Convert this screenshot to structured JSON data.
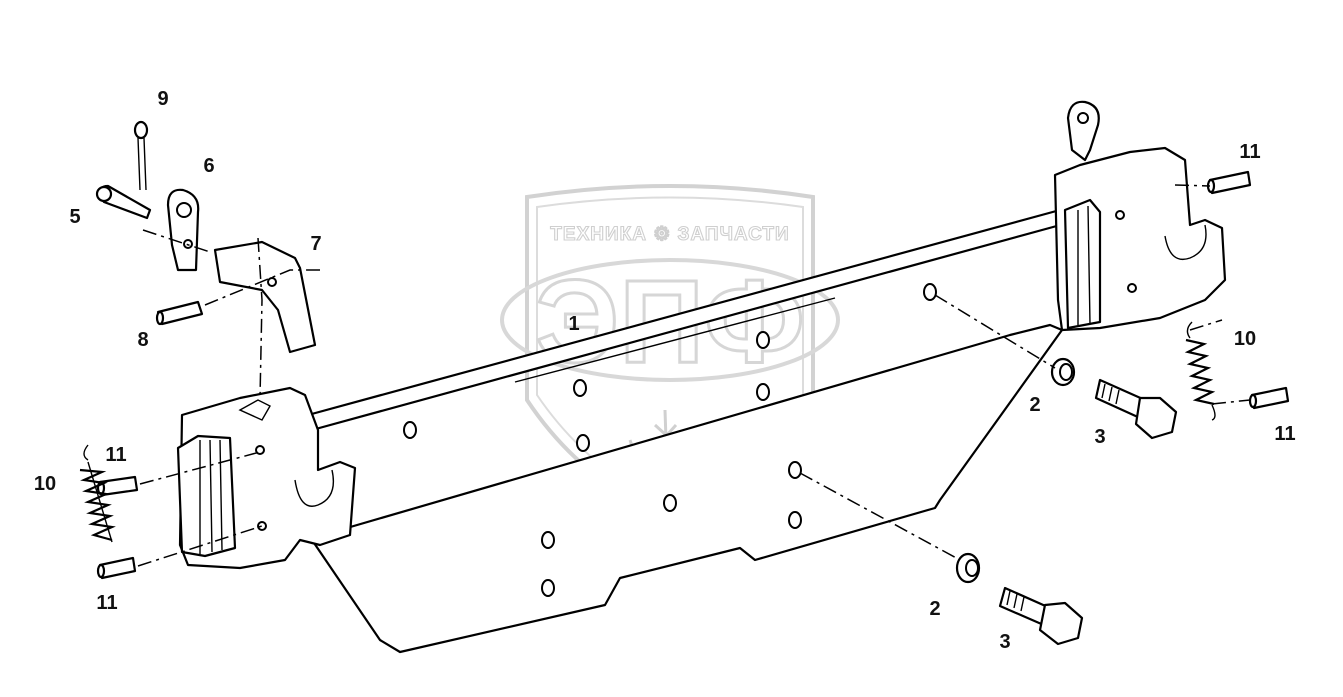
{
  "watermark": {
    "brand_text": "ТЕХНИКА ⚙ ЗАПЧАСТИ",
    "logo_letters": "ЭПФ"
  },
  "callouts": [
    {
      "id": "c1",
      "text": "1"
    },
    {
      "id": "c2a",
      "text": "2"
    },
    {
      "id": "c2b",
      "text": "2"
    },
    {
      "id": "c3a",
      "text": "3"
    },
    {
      "id": "c3b",
      "text": "3"
    },
    {
      "id": "c5",
      "text": "5"
    },
    {
      "id": "c6",
      "text": "6"
    },
    {
      "id": "c7",
      "text": "7"
    },
    {
      "id": "c8",
      "text": "8"
    },
    {
      "id": "c9",
      "text": "9"
    },
    {
      "id": "c10a",
      "text": "10"
    },
    {
      "id": "c10b",
      "text": "10"
    },
    {
      "id": "c11a",
      "text": "11"
    },
    {
      "id": "c11b",
      "text": "11"
    },
    {
      "id": "c11c",
      "text": "11"
    },
    {
      "id": "c11d",
      "text": "11"
    }
  ]
}
